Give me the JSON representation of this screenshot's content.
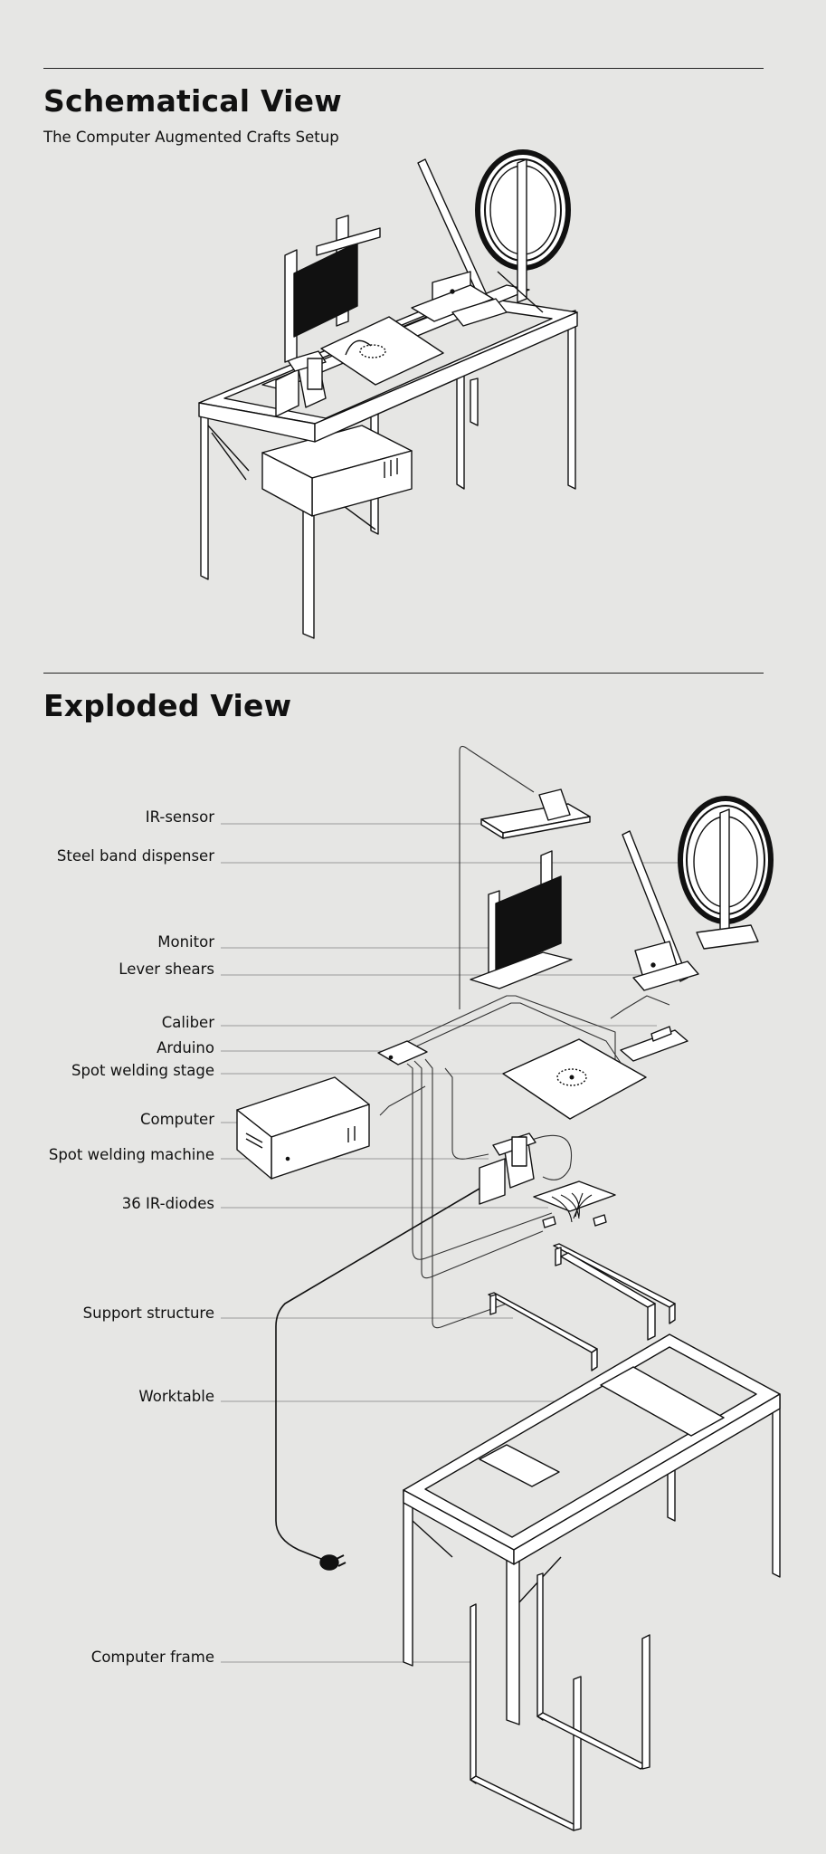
{
  "schematic": {
    "title": "Schematical View",
    "subtitle": "The Computer Augmented Crafts  Setup"
  },
  "exploded": {
    "title": "Exploded View",
    "labels": [
      {
        "id": "ir-sensor",
        "text": "IR-sensor"
      },
      {
        "id": "steel-band-dispenser",
        "text": "Steel band dispenser"
      },
      {
        "id": "monitor",
        "text": "Monitor"
      },
      {
        "id": "lever-shears",
        "text": "Lever shears"
      },
      {
        "id": "caliber",
        "text": "Caliber"
      },
      {
        "id": "arduino",
        "text": "Arduino"
      },
      {
        "id": "spot-welding-stage",
        "text": "Spot welding stage"
      },
      {
        "id": "computer",
        "text": "Computer"
      },
      {
        "id": "spot-welding-machine",
        "text": "Spot welding machine"
      },
      {
        "id": "ir-diodes",
        "text": "36 IR-diodes"
      },
      {
        "id": "support-structure",
        "text": "Support structure"
      },
      {
        "id": "worktable",
        "text": "Worktable"
      },
      {
        "id": "computer-frame",
        "text": "Computer frame"
      }
    ]
  }
}
